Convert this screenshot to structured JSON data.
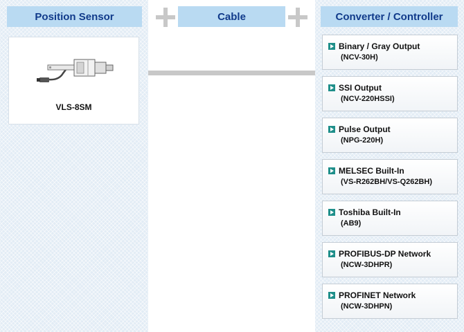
{
  "headers": {
    "sensor": "Position Sensor",
    "cable": "Cable",
    "converter": "Converter / Controller"
  },
  "sensor": {
    "name": "VLS-8SM",
    "image_icon": "position-sensor-drawing"
  },
  "converters": [
    {
      "title": "Binary / Gray Output",
      "model": "(NCV-30H)"
    },
    {
      "title": "SSI Output",
      "model": "(NCV-220HSSI)"
    },
    {
      "title": "Pulse Output",
      "model": "(NPG-220H)"
    },
    {
      "title": "MELSEC Built-In",
      "model": "(VS-R262BH/VS-Q262BH)"
    },
    {
      "title": "Toshiba Built-In",
      "model": "(AB9)"
    },
    {
      "title": "PROFIBUS-DP Network",
      "model": "(NCW-3DHPR)"
    },
    {
      "title": "PROFINET Network",
      "model": "(NCW-3DHPN)"
    }
  ],
  "colors": {
    "header_bg": "#b9daf2",
    "header_text": "#103a8a",
    "panel_bg": "#e2ecf5",
    "arrow_icon": "#1f8f8a",
    "connector_gray": "#c8c8c8"
  }
}
